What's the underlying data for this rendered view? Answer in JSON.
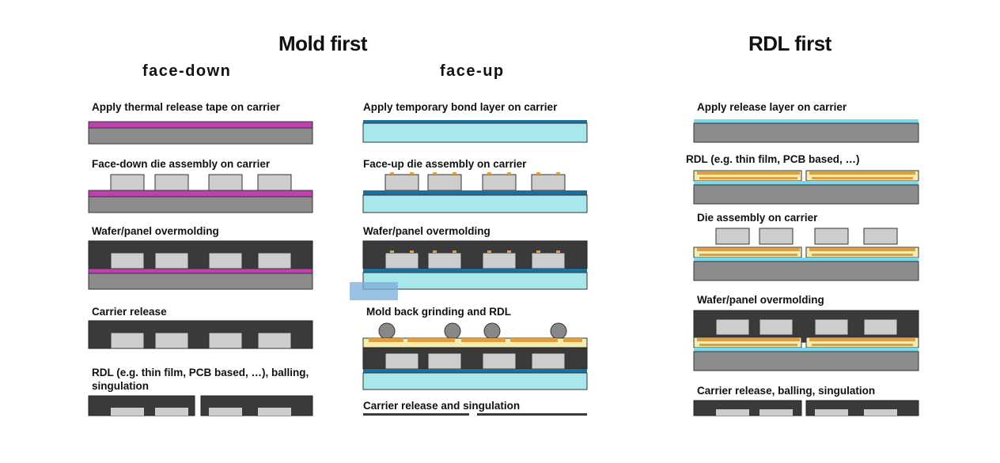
{
  "headings": {
    "mold_first": "Mold first",
    "rdl_first": "RDL first",
    "face_down": "face-down",
    "face_up": "face-up"
  },
  "face_down_steps": [
    "Apply thermal release tape on carrier",
    "Face-down die assembly on carrier",
    "Wafer/panel overmolding",
    "Carrier release",
    "RDL (e.g. thin film, PCB based, …), balling, singulation"
  ],
  "face_up_steps": [
    "Apply temporary bond layer on carrier",
    "Face-up die assembly on carrier",
    "Wafer/panel overmolding",
    "Mold back grinding and RDL",
    "Carrier release and singulation"
  ],
  "rdl_first_steps": [
    "Apply release layer on carrier",
    "RDL (e.g. thin film, PCB based, …)",
    "Die assembly on carrier",
    "Wafer/panel overmolding",
    "Carrier release, balling, singulation"
  ],
  "colors": {
    "carrier": "#8c8c8c",
    "die": "#cdcdcd",
    "mold": "#3a3a3a",
    "thermal_tape": "#c040b0",
    "temp_bond": "#a8e8ec",
    "bond_line": "#1a70a0",
    "rdl": "#e0a040",
    "rdl_light": "#f4ecb0",
    "solder_ball": "#888888"
  }
}
